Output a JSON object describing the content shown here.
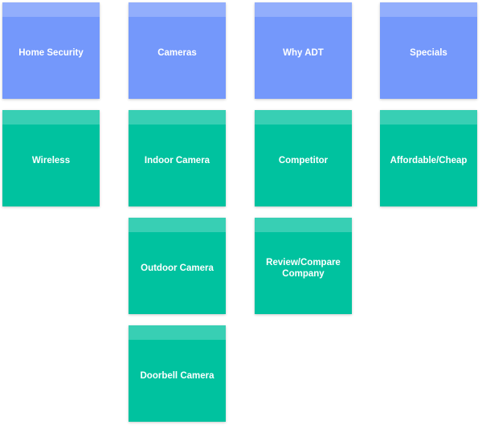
{
  "colors": {
    "category_note": "#7498fb",
    "topic_note": "#00c29f",
    "label_text": "#ffffff"
  },
  "columns": [
    {
      "category": "Home Security",
      "topics": [
        "Wireless"
      ]
    },
    {
      "category": "Cameras",
      "topics": [
        "Indoor Camera",
        "Outdoor Camera",
        "Doorbell Camera"
      ]
    },
    {
      "category": "Why ADT",
      "topics": [
        "Competitor",
        "Review/Compare Company"
      ]
    },
    {
      "category": "Specials",
      "topics": [
        "Affordable/Cheap"
      ]
    }
  ]
}
